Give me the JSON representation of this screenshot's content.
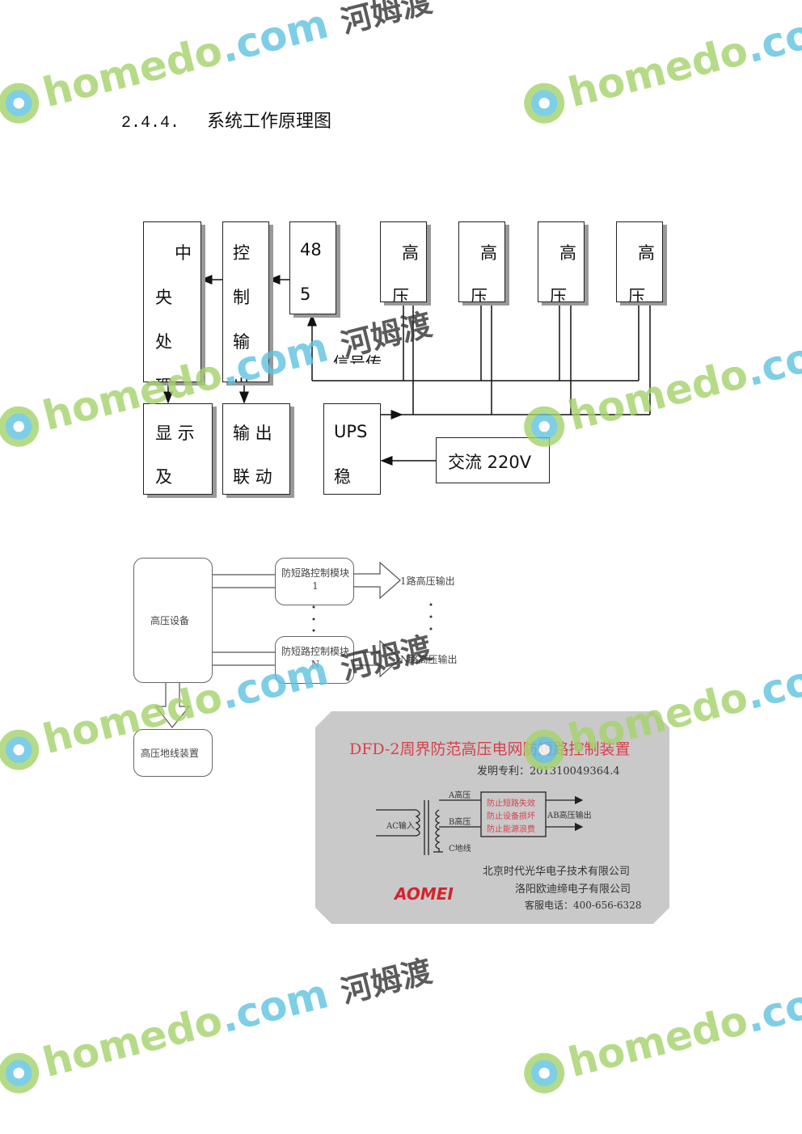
{
  "heading": {
    "number": "2.4.4.",
    "title": "系统工作原理图"
  },
  "diagram1": {
    "cpu": [
      "中",
      "央",
      "处",
      "理"
    ],
    "ctrl": [
      "控",
      "制",
      "输",
      "出"
    ],
    "rs485": [
      "48",
      "5"
    ],
    "hv": [
      [
        "高",
        "压"
      ],
      [
        "高",
        "压"
      ],
      [
        "高",
        "压"
      ],
      [
        "高",
        "压"
      ]
    ],
    "signal": "信号传",
    "display": [
      "显 示",
      "及"
    ],
    "output": [
      "输 出",
      "联 动"
    ],
    "ups": [
      "UPS",
      "稳"
    ],
    "ac": "交流  220V"
  },
  "diagram2": {
    "hv_device": "高压设备",
    "module1": "防短路控制模块1",
    "moduleN": "防短路控制模块N",
    "out1": "1路高压输出",
    "outN": "N路高压输出",
    "ground": "高压地线装置"
  },
  "panel": {
    "title": "DFD-2周界防范高压电网防短路控制装置",
    "patent": "发明专利：201310049364.4",
    "a": "A高压",
    "b": "B高压",
    "c": "C地线",
    "ac_in": "AC输入",
    "features": [
      "防止短路失效",
      "防止设备损坏",
      "防止能源浪费"
    ],
    "ab_out": "AB高压输出",
    "company1": "北京时代光华电子技术有限公司",
    "company2": "洛阳欧迪缔电子有限公司",
    "phone": "客服电话：400-656-6328",
    "logo": "AOMEI"
  },
  "watermark": {
    "site": "homedo",
    "dot": ".com",
    "cn": "河姆渡"
  },
  "colors": {
    "wm_green": "#a5d36b",
    "wm_blue": "#5ec2e0",
    "red": "#d9404a"
  }
}
